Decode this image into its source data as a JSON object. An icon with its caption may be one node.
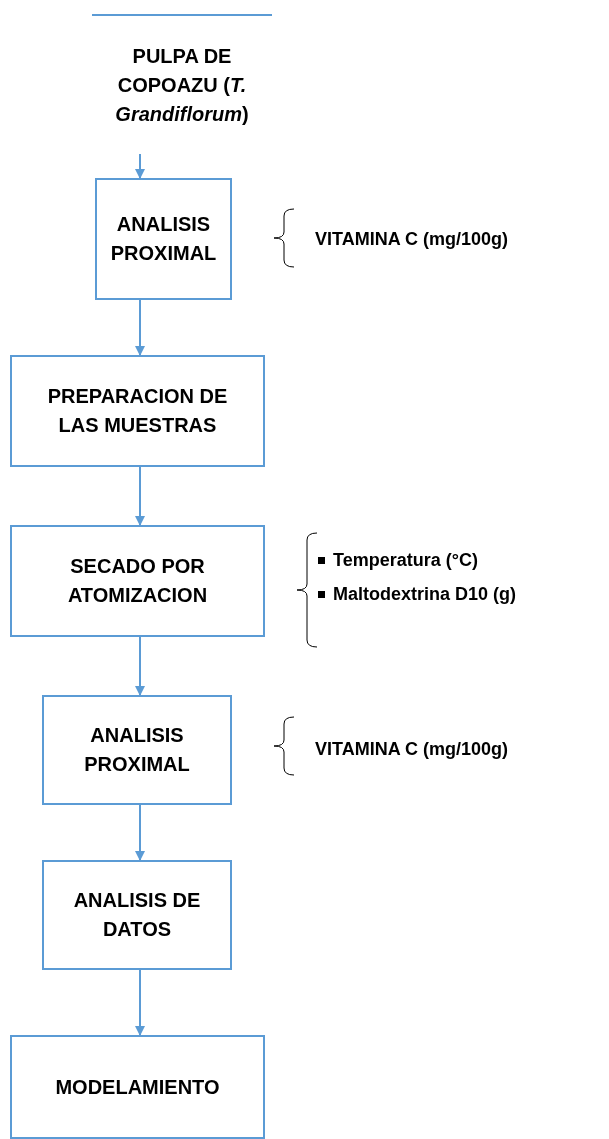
{
  "diagram": {
    "nodes": [
      {
        "text": [
          "PULPA DE COPOAZU (*T. Grandiflorum*)"
        ]
      },
      {
        "text": [
          "ANALISIS PROXIMAL"
        ]
      },
      {
        "text": [
          "PREPARACION DE LAS MUESTRAS"
        ]
      },
      {
        "text": [
          "SECADO POR ATOMIZACION"
        ]
      },
      {
        "text": [
          "ANALISIS PROXIMAL"
        ]
      },
      {
        "text": [
          "ANALISIS DE DATOS"
        ]
      },
      {
        "text": [
          "MODELAMIENTO"
        ]
      }
    ],
    "edges": [
      {
        "from": 0,
        "to": 1,
        "arrow": "to"
      },
      {
        "from": 1,
        "to": 2,
        "arrow": "to"
      },
      {
        "from": 2,
        "to": 3,
        "arrow": "to"
      },
      {
        "from": 3,
        "to": 4,
        "arrow": "to"
      },
      {
        "from": 4,
        "to": 5,
        "arrow": "to"
      },
      {
        "from": 5,
        "to": 6,
        "arrow": "to"
      }
    ],
    "labels": [
      "VITAMINA C (mg/100g)",
      "Temperatura (°C)",
      "Maltodextrina D10 (g)",
      "VITAMINA C (mg/100g)"
    ]
  }
}
